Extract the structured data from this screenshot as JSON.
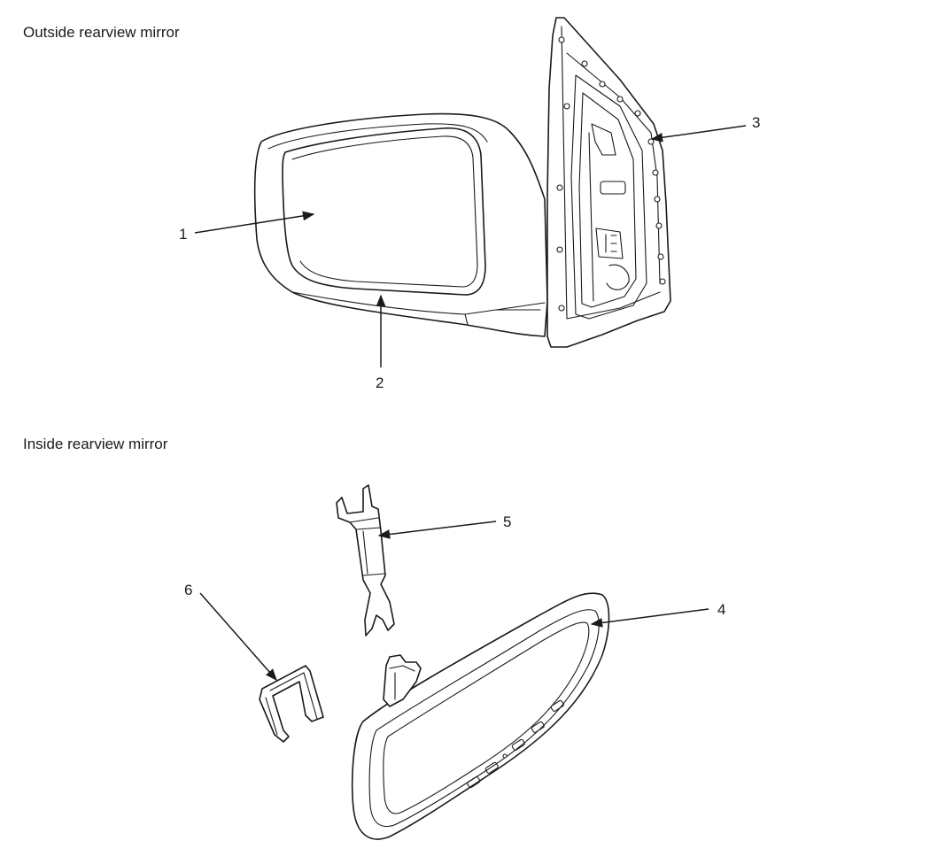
{
  "sections": {
    "outside": {
      "title": "Outside rearview mirror"
    },
    "inside": {
      "title": "Inside rearview mirror"
    }
  },
  "callouts": [
    {
      "id": "1",
      "label": "1"
    },
    {
      "id": "2",
      "label": "2"
    },
    {
      "id": "3",
      "label": "3"
    },
    {
      "id": "4",
      "label": "4"
    },
    {
      "id": "5",
      "label": "5"
    },
    {
      "id": "6",
      "label": "6"
    }
  ],
  "colors": {
    "line": "#1a1a1a",
    "background": "#ffffff"
  }
}
